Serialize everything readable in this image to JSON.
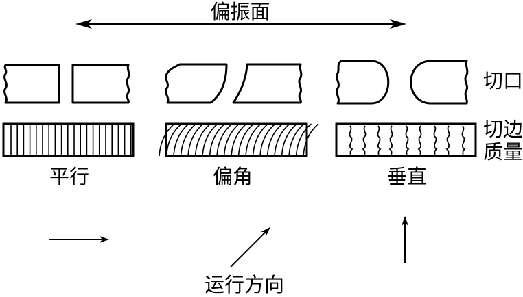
{
  "header": {
    "polarization_label": "偏振面"
  },
  "side_labels": {
    "kerf": "切口",
    "edge_quality_line1": "切边",
    "edge_quality_line2": "质量"
  },
  "columns": [
    {
      "label": "平行"
    },
    {
      "label": "偏角"
    },
    {
      "label": "垂直"
    }
  ],
  "footer": {
    "direction_label": "运行方向"
  },
  "colors": {
    "line": "#000000",
    "background": "#ffffff"
  }
}
